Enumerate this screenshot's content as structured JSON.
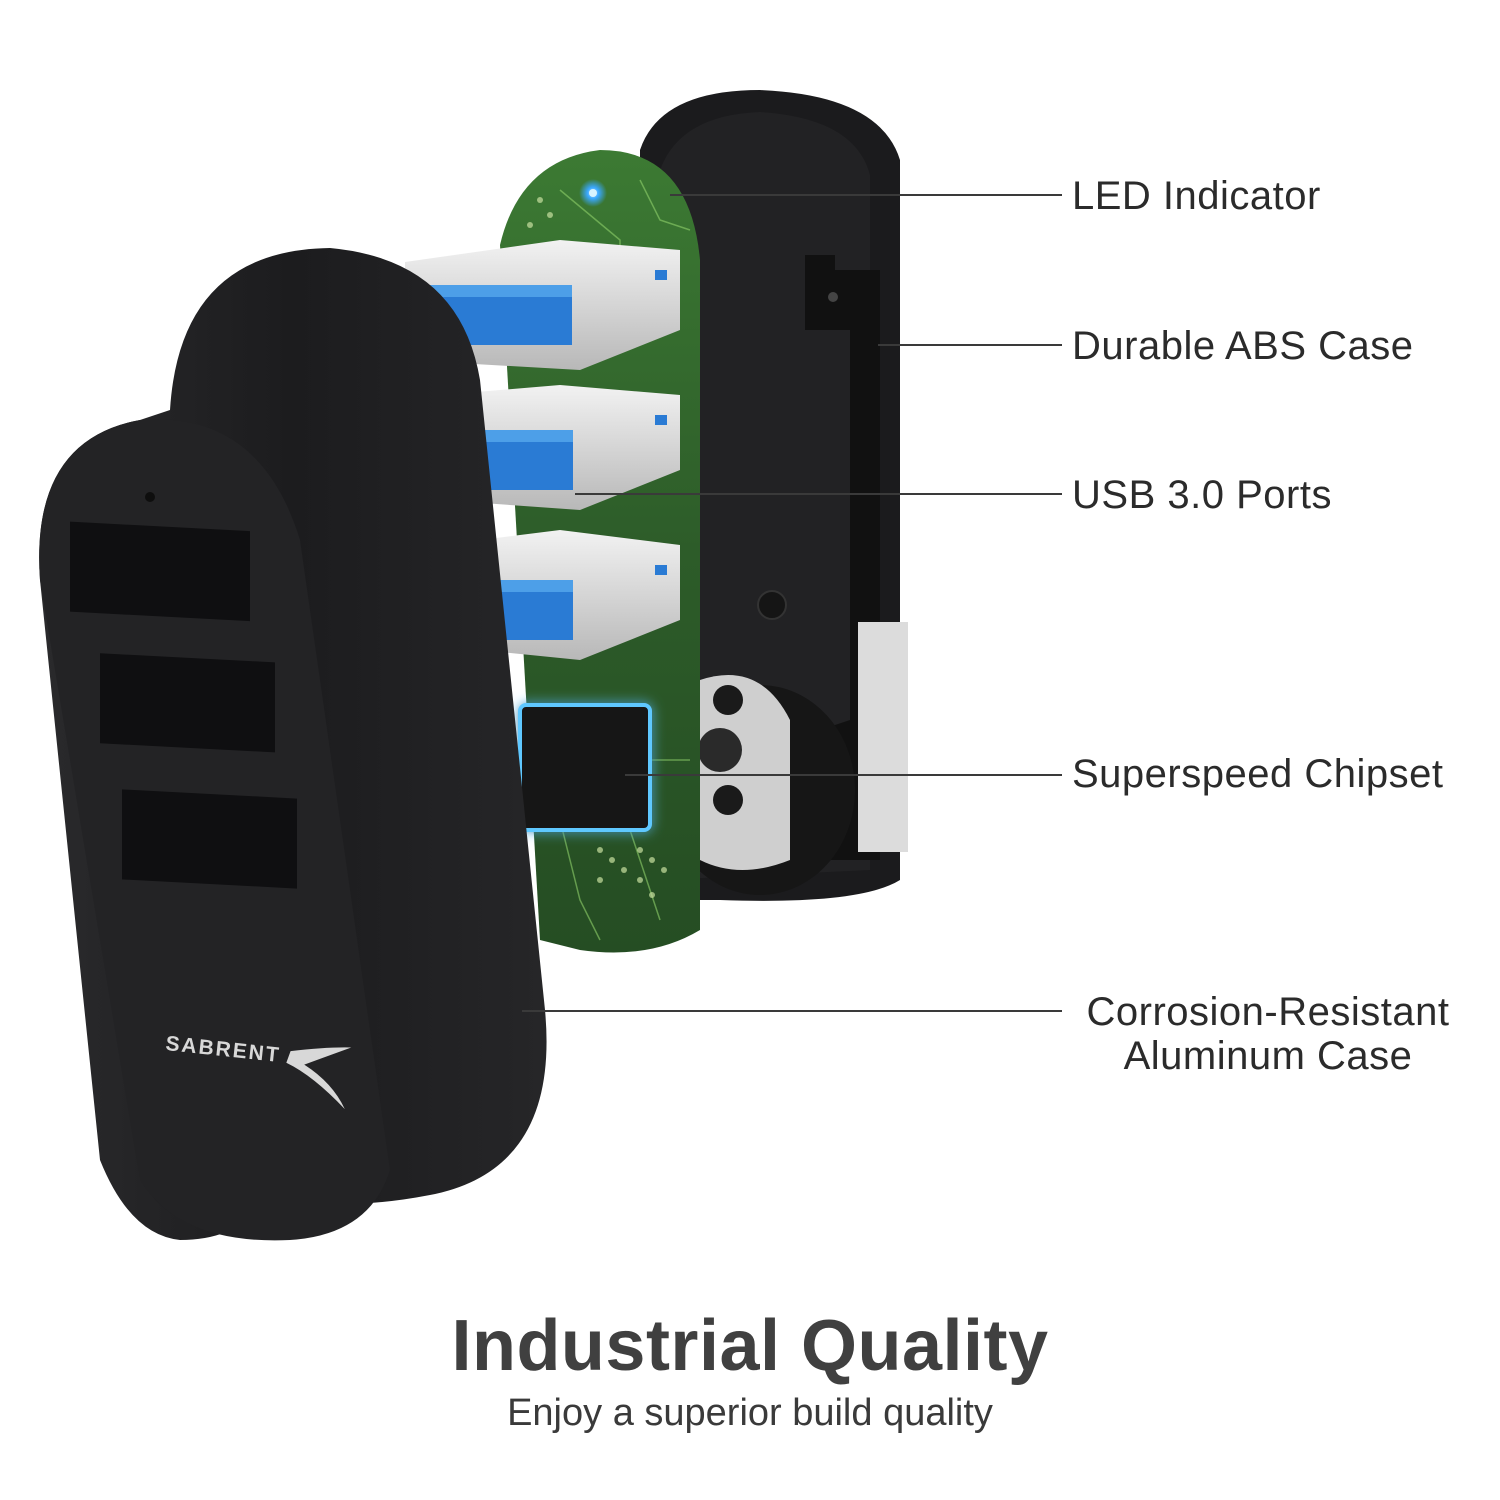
{
  "product": {
    "brand_logo": "SABRENT",
    "colors": {
      "case": "#1f1f21",
      "pcb": "#2f5a2a",
      "usb_blue": "#2a7bd4",
      "chip_glow": "#5fc8ff",
      "text": "#2b2b2b",
      "headline": "#404040"
    }
  },
  "callouts": [
    {
      "id": "led",
      "label": "LED Indicator"
    },
    {
      "id": "abs",
      "label": "Durable ABS Case"
    },
    {
      "id": "usb",
      "label": "USB 3.0 Ports"
    },
    {
      "id": "chip",
      "label": "Superspeed Chipset"
    },
    {
      "id": "alu",
      "label_line1": "Corrosion-Resistant",
      "label_line2": "Aluminum Case"
    }
  ],
  "footer": {
    "headline": "Industrial Quality",
    "subline": "Enjoy a superior build quality"
  }
}
